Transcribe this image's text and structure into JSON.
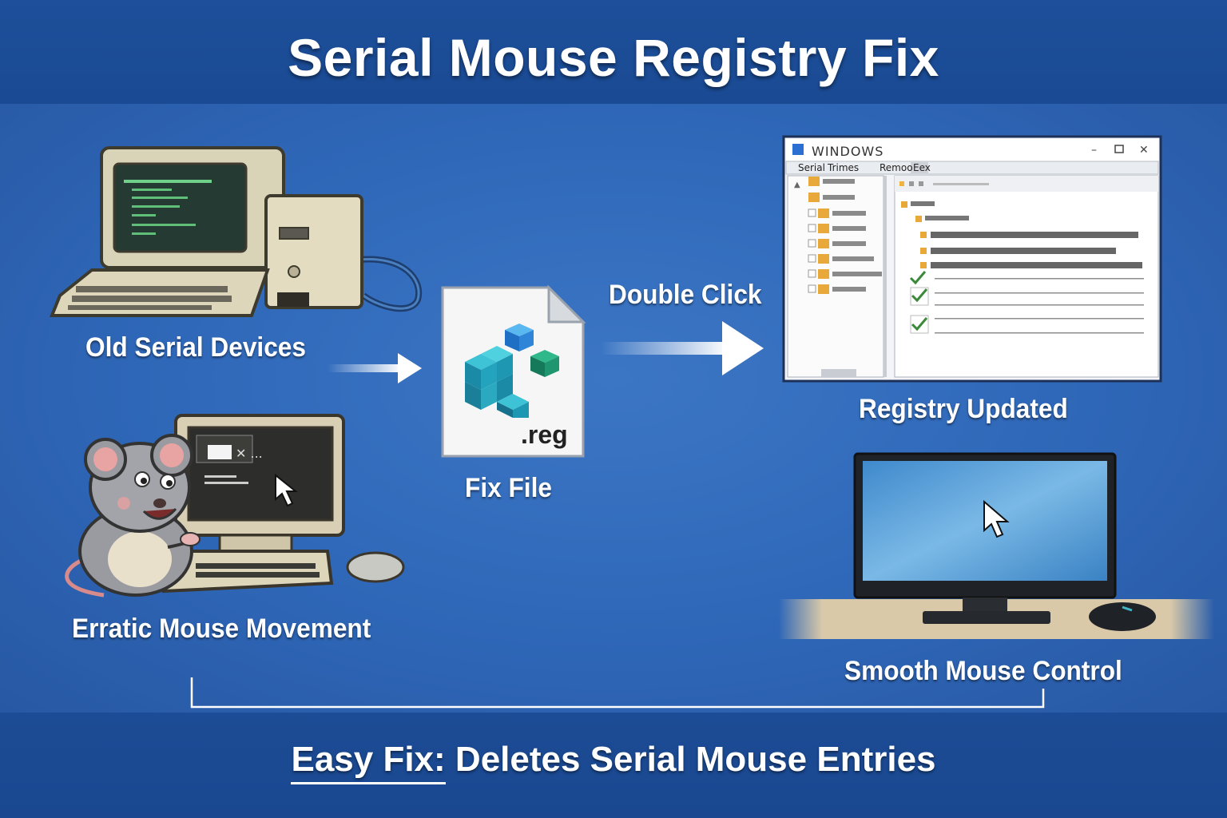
{
  "title": "Serial Mouse Registry Fix",
  "labels": {
    "old_devices": "Old Serial Devices",
    "erratic": "Erratic Mouse Movement",
    "fix_file": "Fix File",
    "double_click": "Double Click",
    "registry_updated": "Registry Updated",
    "smooth": "Smooth Mouse Control"
  },
  "file_icon": {
    "extension": ".reg",
    "icon": "registry-cubes-icon"
  },
  "registry_window": {
    "title": "WINDOWS",
    "menu": [
      "Serial",
      "Trimes",
      "Remoo",
      "Eex"
    ]
  },
  "footer": {
    "strong": "Easy Fix:",
    "text": "Deletes Serial Mouse Entries"
  },
  "colors": {
    "background": "#2f66b5",
    "band": "#1c4c95",
    "check": "#3a8a3a",
    "folder": "#e8a93a"
  }
}
